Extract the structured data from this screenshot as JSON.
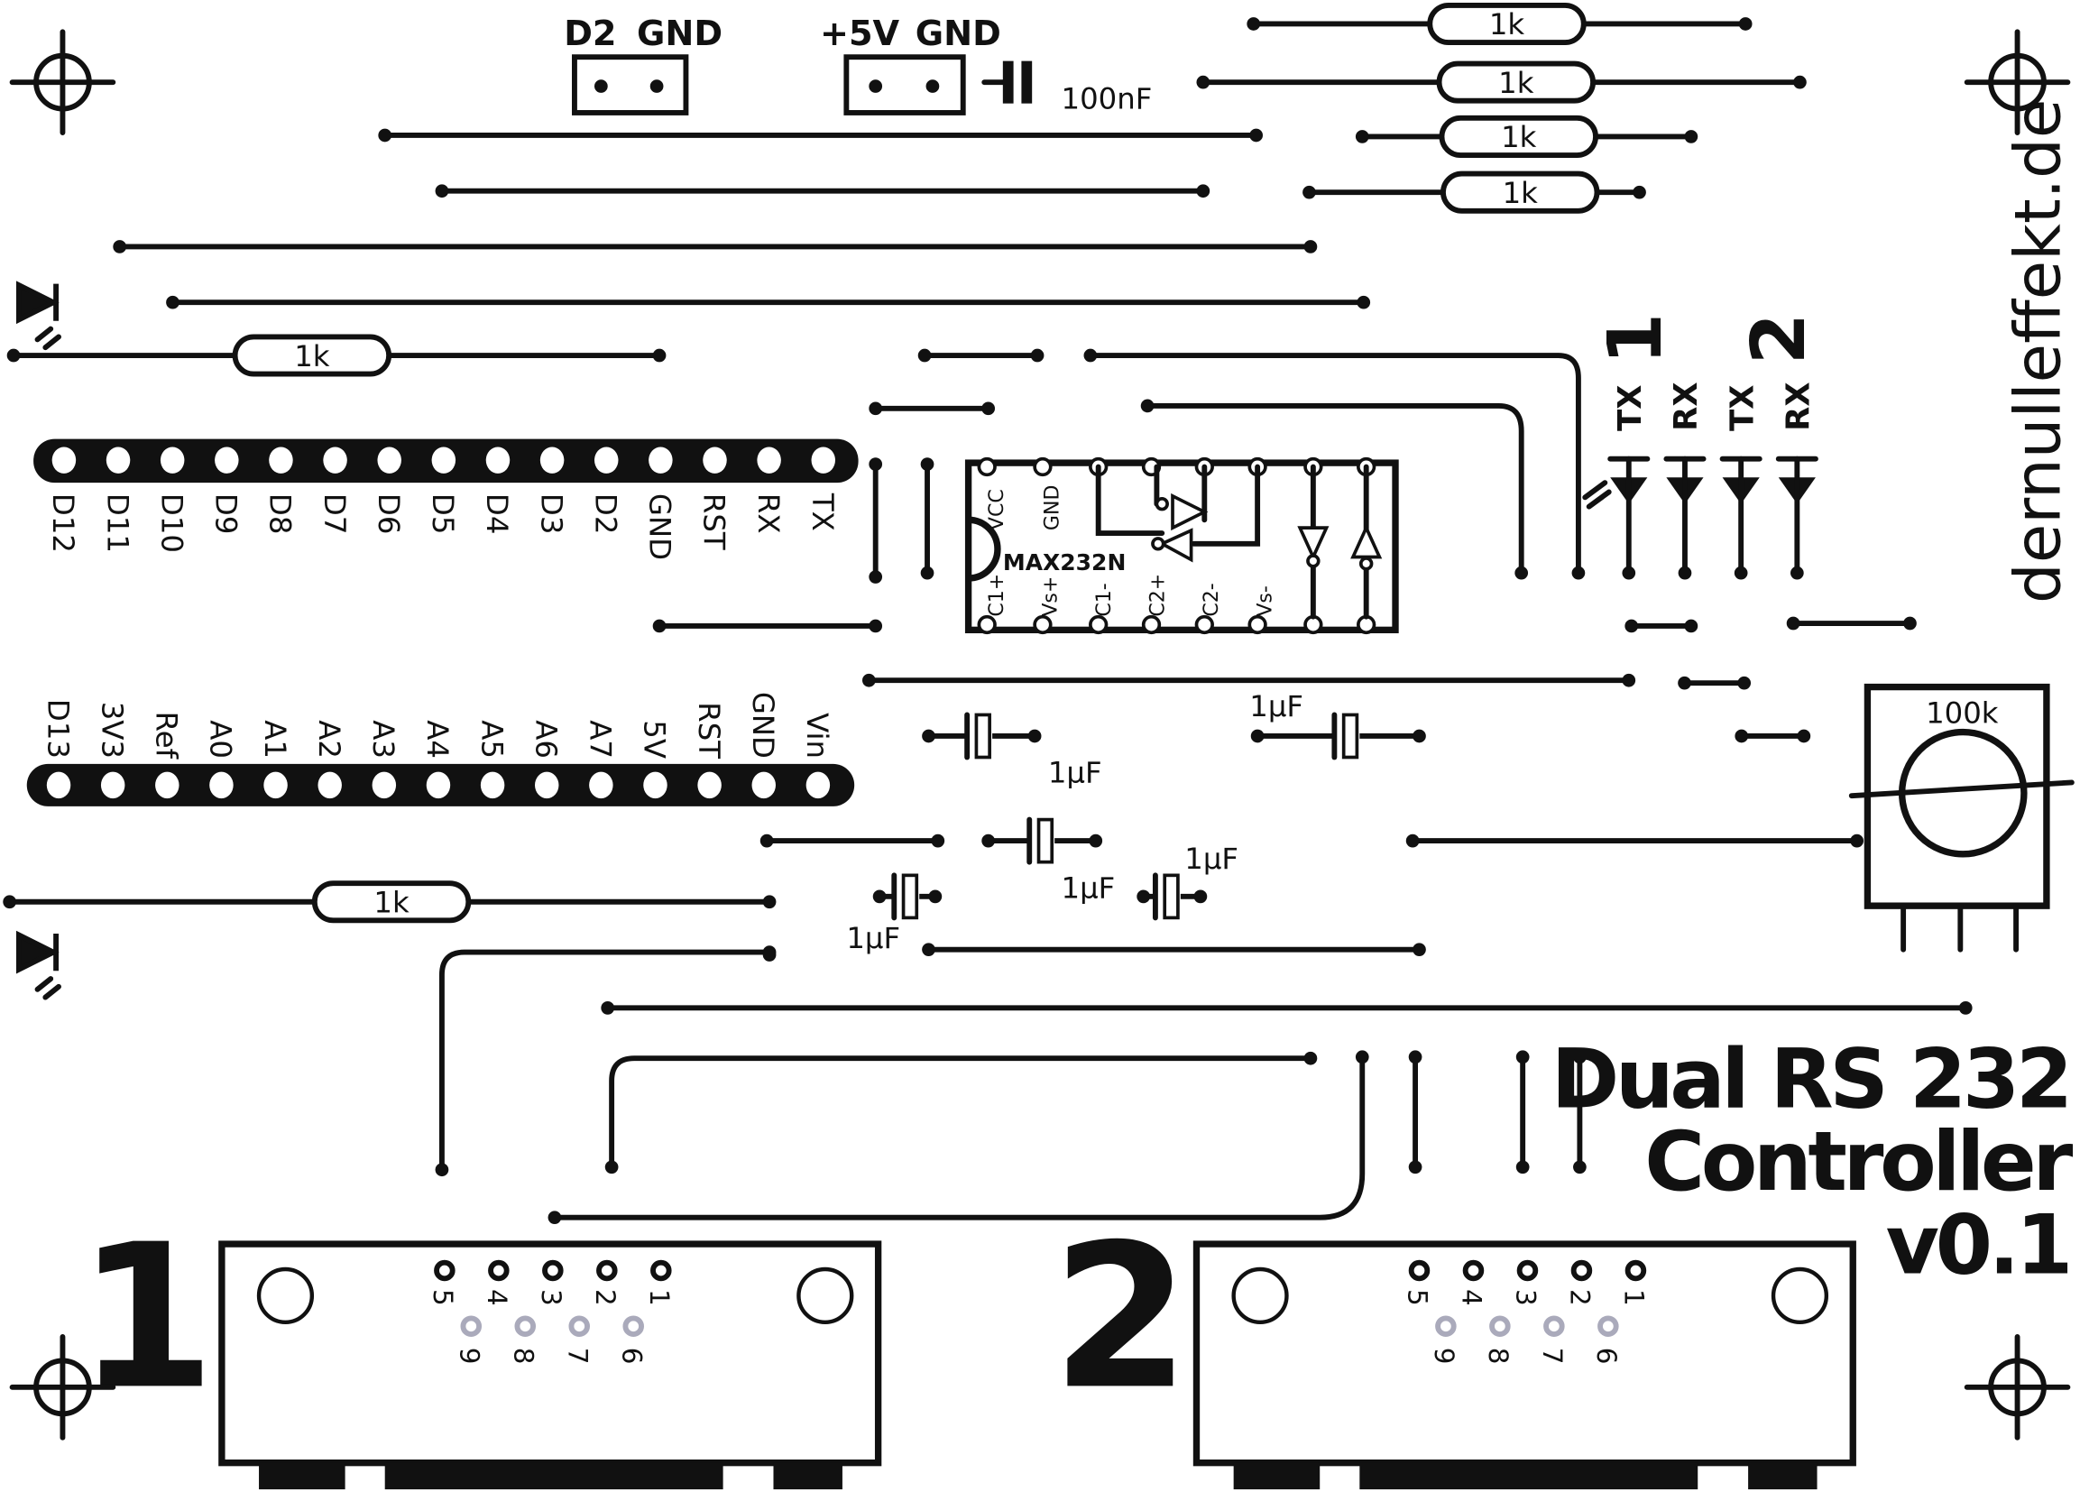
{
  "title": {
    "line1": "Dual RS 232",
    "line2": "Controller",
    "line3": "v0.1"
  },
  "website": "dernulleffekt.de",
  "headers": {
    "h1_left": "D2",
    "h1_right": "GND",
    "h2_left": "+5V",
    "h2_right": "GND"
  },
  "capacitors": {
    "c100n": "100nF",
    "c1": "1µF",
    "c2": "1µF",
    "c3": "1µF",
    "c4": "1µF",
    "c5": "1µF"
  },
  "resistors": {
    "r1": "1k",
    "r2": "1k",
    "r3": "1k",
    "r4": "1k",
    "r5": "1k",
    "r6": "1k"
  },
  "potentiometer": "100k",
  "ic": {
    "name": "MAX232N",
    "top_labels": [
      "VCC",
      "GND"
    ],
    "bottom_labels": [
      "C1+",
      "Vs+",
      "C1-",
      "C2+",
      "C2-",
      "Vs-"
    ]
  },
  "arduino": {
    "top_labels": [
      "D12",
      "D11",
      "D10",
      "D9",
      "D8",
      "D7",
      "D6",
      "D5",
      "D4",
      "D3",
      "D2",
      "GND",
      "RST",
      "RX",
      "TX"
    ],
    "bottom_labels": [
      "D13",
      "3V3",
      "Ref",
      "A0",
      "A1",
      "A2",
      "A3",
      "A4",
      "A5",
      "A6",
      "A7",
      "5V",
      "RST",
      "GND",
      "Vin"
    ]
  },
  "leds": {
    "group1": "1",
    "group2": "2",
    "labels": [
      "TX",
      "RX",
      "TX",
      "RX"
    ]
  },
  "db9": [
    {
      "number": "1",
      "top_pins": [
        "5",
        "4",
        "3",
        "2",
        "1"
      ],
      "bottom_pins": [
        "9",
        "8",
        "7",
        "6"
      ]
    },
    {
      "number": "2",
      "top_pins": [
        "5",
        "4",
        "3",
        "2",
        "1"
      ],
      "bottom_pins": [
        "9",
        "8",
        "7",
        "6"
      ]
    }
  ]
}
